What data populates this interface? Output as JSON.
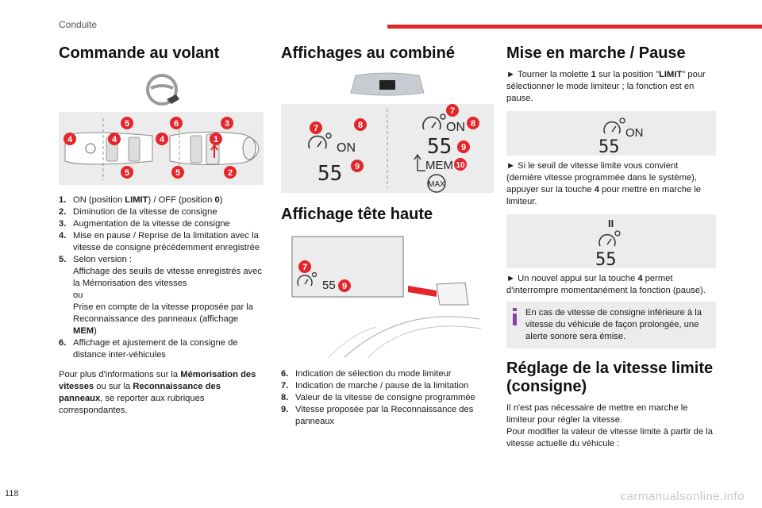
{
  "header": {
    "title": "Conduite"
  },
  "page_number": "118",
  "footer": "carmanualsonline.info",
  "colors": {
    "accent": "#e3262b",
    "panel": "#ececec",
    "info_icon": "#8e3fa6"
  },
  "col1": {
    "heading": "Commande au volant",
    "callouts": [
      "4",
      "5",
      "4",
      "5",
      "6",
      "3",
      "4",
      "1",
      "5",
      "2"
    ],
    "items": [
      {
        "n": "1.",
        "parts": [
          "ON (position ",
          "LIMIT",
          ") / OFF (position ",
          "0",
          ")"
        ]
      },
      {
        "n": "2.",
        "text": "Diminution de la vitesse de consigne"
      },
      {
        "n": "3.",
        "text": "Augmentation de la vitesse de consigne"
      },
      {
        "n": "4.",
        "text": "Mise en pause / Reprise de la limitation avec la vitesse de consigne précédemment enregistrée"
      },
      {
        "n": "5.",
        "lines": [
          "Selon version :",
          "Affichage des seuils de vitesse enregistrés avec la Mémorisation des vitesses",
          "ou"
        ],
        "last": [
          "Prise en compte de la vitesse proposée par la Reconnaissance des panneaux (affichage ",
          "MEM",
          ")"
        ]
      },
      {
        "n": "6.",
        "text": "Affichage et ajustement de la consigne de distance inter-véhicules"
      }
    ],
    "para": [
      "Pour plus d'informations sur la ",
      "Mémorisation des vitesses",
      " ou sur la ",
      "Reconnaissance des panneaux",
      ", se reporter aux rubriques correspondantes."
    ]
  },
  "col2": {
    "heading1": "Affichages au combiné",
    "cluster": {
      "on1": "ON",
      "speed1": "55",
      "on2": "ON",
      "speed2": "55",
      "mem": "MEM",
      "max": "MAX",
      "c7a": "7",
      "c8a": "8",
      "c9a": "9",
      "c7b": "7",
      "c8b": "8",
      "c9b": "9",
      "c10": "10"
    },
    "heading2": "Affichage tête haute",
    "hud": {
      "speed": "55",
      "c7": "7",
      "c9": "9"
    },
    "items": [
      {
        "n": "6.",
        "text": "Indication de sélection du mode limiteur"
      },
      {
        "n": "7.",
        "text": "Indication de marche / pause de la limitation"
      },
      {
        "n": "8.",
        "text": "Valeur de la vitesse de consigne programmée"
      },
      {
        "n": "9.",
        "text": "Vitesse proposée par la Reconnaissance des panneaux"
      }
    ]
  },
  "col3": {
    "heading1": "Mise en marche / Pause",
    "p1": [
      "► Tourner la molette ",
      "1",
      " sur la position \"",
      "LIMIT",
      "\" pour sélectionner le mode limiteur ; la fonction est en pause."
    ],
    "fig1": {
      "on": "ON",
      "speed": "55"
    },
    "p2": [
      "► Si le seuil de vitesse limite vous convient (dernière vitesse programmée dans le système), appuyer sur la touche ",
      "4",
      " pour mettre en marche le limiteur."
    ],
    "fig2": {
      "pause": "II",
      "speed": "55"
    },
    "p3": [
      "► Un nouvel appui sur la touche ",
      "4",
      " permet d'interrompre momentanément la fonction (pause)."
    ],
    "note": "En cas de vitesse de consigne inférieure à la vitesse du véhicule de façon prolongée, une alerte sonore sera émise.",
    "heading2": "Réglage de la vitesse limite (consigne)",
    "p4": "Il n'est pas nécessaire de mettre en marche le limiteur pour régler la vitesse.",
    "p5": "Pour modifier la valeur de vitesse limite à partir de la vitesse actuelle du véhicule :"
  }
}
